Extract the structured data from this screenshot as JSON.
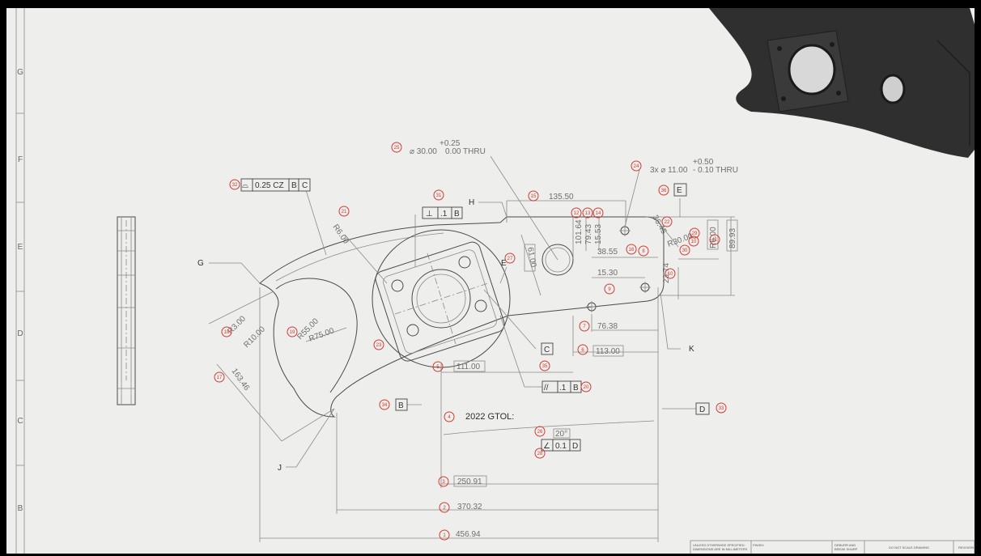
{
  "zone_labels": [
    "G",
    "F",
    "E",
    "D",
    "C",
    "B"
  ],
  "dimensions": {
    "d1": "456.94",
    "d2": "370.32",
    "d3": "250.91",
    "d5": "111.00",
    "d6": "113.00",
    "d7": "76.38",
    "d8": "15.30",
    "d9": "23.74",
    "d10": "38.55",
    "d11": "135.50",
    "d12": "101.64",
    "d13": "79.43",
    "d14": "15.53",
    "d15": "89.93",
    "d16": "61.00",
    "d17": "163.46",
    "r1": "R3.00",
    "r2": "R10.00",
    "r3": "R55.00",
    "r4": "R75.00",
    "r5": "R6.00",
    "r6": "R30.00",
    "r7": "R6.00",
    "r8": "36.45",
    "angle": "20°"
  },
  "hole_callout_1": {
    "dia": "⌀ 30.00",
    "tol_upper": "+0.25",
    "tol_lower": "0.00 THRU"
  },
  "hole_callout_2": {
    "dia": "3x ⌀ 11.00",
    "tol_upper": "+0.50",
    "tol_lower": "- 0.10 THRU"
  },
  "fcf_profile": {
    "symbol": "⌓",
    "tol": "0.25 CZ",
    "datum1": "B",
    "datum2": "C"
  },
  "fcf_perp": {
    "symbol": "⊥",
    "tol": ".1",
    "datum": "B"
  },
  "fcf_parallel": {
    "symbol": "//",
    "tol": ".1",
    "datum": "B"
  },
  "fcf_angularity": {
    "symbol": "∠",
    "tol": "0.1",
    "datum": "D"
  },
  "datums": {
    "b": "B",
    "c": "C",
    "d": "D",
    "e": "E"
  },
  "leader_labels": {
    "g": "G",
    "h": "H",
    "j": "J",
    "k": "K",
    "e2": "E"
  },
  "note": "2022 GTOL:",
  "balloons": [
    {
      "n": "1"
    },
    {
      "n": "2"
    },
    {
      "n": "3"
    },
    {
      "n": "4"
    },
    {
      "n": "5"
    },
    {
      "n": "6"
    },
    {
      "n": "7"
    },
    {
      "n": "8"
    },
    {
      "n": "9"
    },
    {
      "n": "10"
    },
    {
      "n": "11"
    },
    {
      "n": "12"
    },
    {
      "n": "13"
    },
    {
      "n": "14"
    },
    {
      "n": "15"
    },
    {
      "n": "16"
    },
    {
      "n": "17"
    },
    {
      "n": "18"
    },
    {
      "n": "19"
    },
    {
      "n": "20"
    },
    {
      "n": "21"
    },
    {
      "n": "22"
    },
    {
      "n": "23"
    },
    {
      "n": "24"
    },
    {
      "n": "25"
    },
    {
      "n": "26"
    },
    {
      "n": "27"
    },
    {
      "n": "28"
    },
    {
      "n": "29"
    },
    {
      "n": "30"
    },
    {
      "n": "31"
    },
    {
      "n": "32"
    },
    {
      "n": "33"
    },
    {
      "n": "34"
    },
    {
      "n": "35"
    },
    {
      "n": "36"
    },
    {
      "n": "10"
    }
  ],
  "title_block": {
    "units_note_1": "UNLESS OTHERWISE SPECIFIED:",
    "units_note_2": "DIMENSIONS ARE IN MILLIMETERS",
    "finish": "FINISH:",
    "deburr_1": "DEBURR AND",
    "deburr_2": "BREAK SHARP",
    "scale_note": "DO NOT SCALE DRAWING",
    "revision": "REVISION"
  },
  "colors": {
    "sheet": "#eeeeec",
    "balloon": "#d23a32",
    "line": "#4a4a4a",
    "frame": "#000000"
  }
}
